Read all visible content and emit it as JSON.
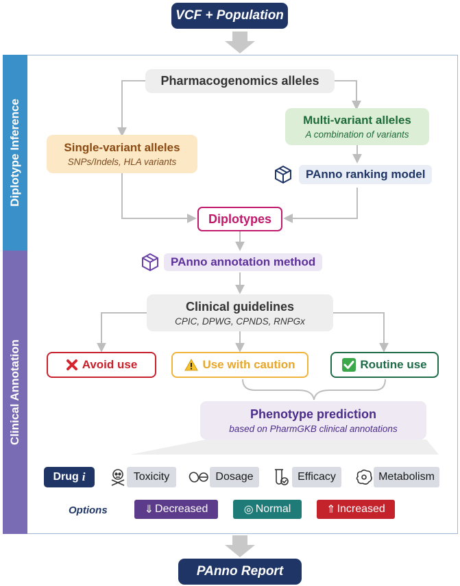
{
  "input_label": "VCF + Population",
  "output_label": "PAnno Report",
  "sections": {
    "diplotype": "Diplotype Inference",
    "clinical": "Clinical Annotation"
  },
  "pgx_alleles": "Pharmacogenomics alleles",
  "single": {
    "title": "Single-variant alleles",
    "subtitle": "SNPs/Indels, HLA variants"
  },
  "multi": {
    "title": "Multi-variant alleles",
    "subtitle": "A combination of variants"
  },
  "ranking_model": "PAnno ranking model",
  "diplotypes": "Diplotypes",
  "annotation_method": "PAnno annotation method",
  "guidelines": {
    "title": "Clinical guidelines",
    "subtitle": "CPIC, DPWG, CPNDS, RNPGx"
  },
  "recommendations": {
    "avoid": "Avoid use",
    "caution": "Use with caution",
    "routine": "Routine use"
  },
  "phenotype": {
    "title": "Phenotype prediction",
    "subtitle": "based on PharmGKB clinical annotations"
  },
  "drug_label": "Drug",
  "drug_var": "i",
  "effects": [
    "Toxicity",
    "Dosage",
    "Efficacy",
    "Metabolism"
  ],
  "options_label": "Options",
  "options": [
    "Decreased",
    "Normal",
    "Increased"
  ],
  "colors": {
    "navy": "#1f3566",
    "blue_band": "#3a90c9",
    "purple_band": "#7a6bb5",
    "single_text": "#8b4a12",
    "multi_text": "#1e6b3a",
    "diplotype": "#c0186a",
    "avoid": "#c8202a",
    "caution": "#f0b43a",
    "routine": "#1e6b47",
    "phenotype_text": "#4b2c8a",
    "decreased": "#5c3b8b",
    "normal": "#1f7b77",
    "increased": "#c5232c"
  }
}
